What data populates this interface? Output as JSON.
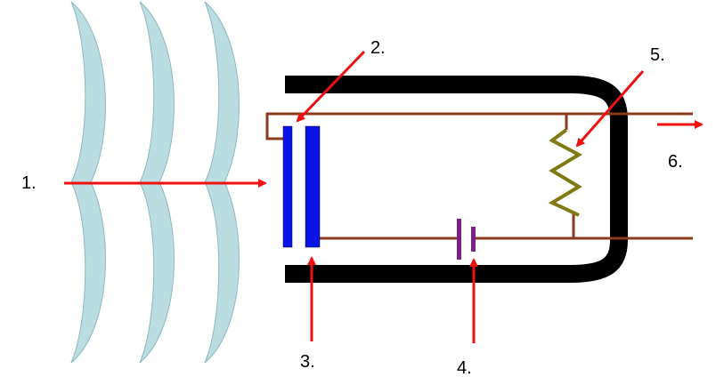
{
  "labels": {
    "l1": "1.",
    "l2": "2.",
    "l3": "3.",
    "l4": "4.",
    "l5": "5.",
    "l6": "6."
  },
  "colors": {
    "wave": "#b9dde0",
    "wave_stroke": "#8fb7bf",
    "tube": "#000000",
    "wire": "#8b3a1e",
    "plate": "#0a14e6",
    "battery": "#7a1f8c",
    "resistor": "#7f7a12",
    "arrow": "#f01010"
  }
}
